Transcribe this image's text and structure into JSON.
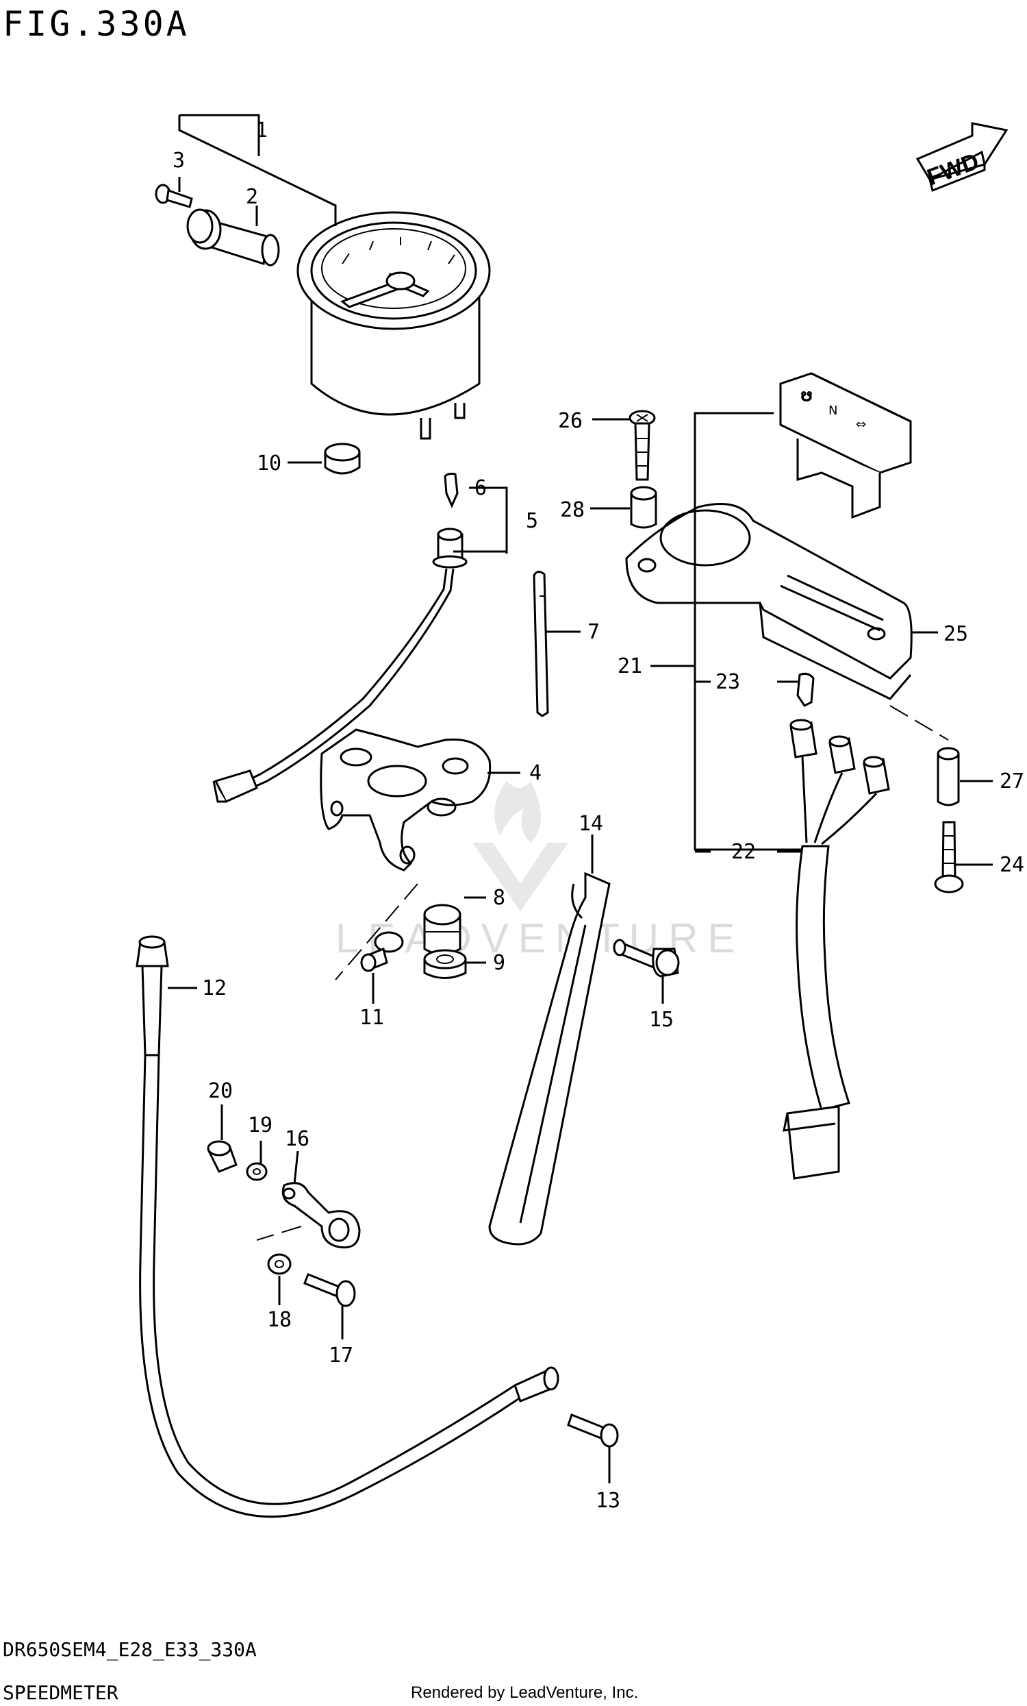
{
  "figure": {
    "title": "FIG.330A",
    "model_code": "DR650SEM4_E28_E33_330A",
    "section": "SPEEDMETER",
    "rendered_by": "Rendered by LeadVenture, Inc.",
    "watermark": "LEADVENTURE",
    "direction_badge": "FWD"
  },
  "callouts": {
    "c1": "1",
    "c2": "2",
    "c3": "3",
    "c4": "4",
    "c5": "5",
    "c6": "6",
    "c7": "7",
    "c8": "8",
    "c9": "9",
    "c10": "10",
    "c11": "11",
    "c12": "12",
    "c13": "13",
    "c14": "14",
    "c15": "15",
    "c16": "16",
    "c17": "17",
    "c18": "18",
    "c19": "19",
    "c20": "20",
    "c21": "21",
    "c22": "22",
    "c23": "23",
    "c24": "24",
    "c25": "25",
    "c26": "26",
    "c27": "27",
    "c28": "28"
  },
  "indicator_symbols": {
    "s1": "☋",
    "s2": "N",
    "s3": "⇔"
  },
  "colors": {
    "line": "#000000",
    "background": "#ffffff",
    "watermark": "#d8d8d8"
  }
}
